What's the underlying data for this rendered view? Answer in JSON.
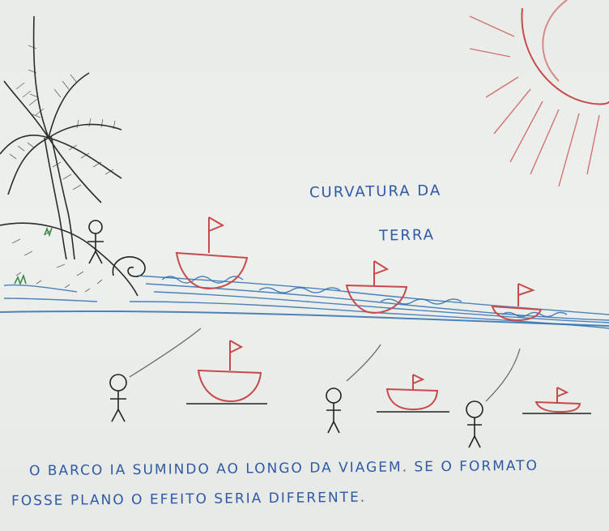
{
  "board": {
    "title_line1": "CURVATURA DA",
    "title_line2": "TERRA",
    "caption_line1": "O BARCO IA SUMINDO AO LONGO DA VIAGEM. SE O FORMATO",
    "caption_line2": "FOSSE PLANO O EFEITO SERIA DIFERENTE."
  },
  "colors": {
    "marker_blue": "#2f5aa6",
    "marker_red": "#c84a4a",
    "marker_black": "#222222",
    "board_white": "#eef0ee"
  },
  "icons": {
    "palm_tree": "palm-tree-icon",
    "sun": "sun-icon",
    "stick_figure": "person-icon",
    "boat": "boat-icon"
  }
}
